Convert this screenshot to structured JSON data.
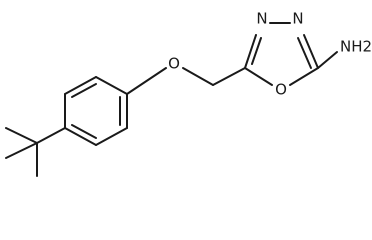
{
  "molecule": {
    "atom_labels": {
      "ether_oxygen": "O",
      "ring_nitrogen_left": "N",
      "ring_nitrogen_right": "N",
      "ring_oxygen": "O",
      "amine": "NH2"
    }
  }
}
